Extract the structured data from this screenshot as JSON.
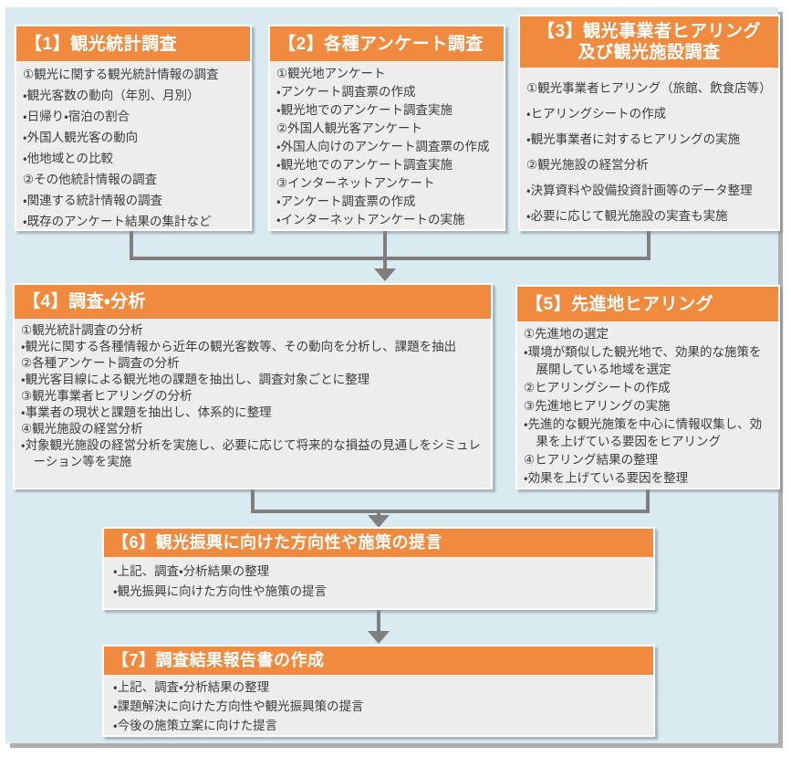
{
  "diagram": {
    "colors": {
      "accent_orange": "#ef8a3e",
      "panel_blue": "#d9eaf1",
      "box_content_gray": "#ededed",
      "connector_gray": "#7f7f7f",
      "text_dark": "#3d3d3d",
      "header_text": "#ffffff"
    },
    "boxes": [
      {
        "title_lines": [
          "【1】観光統計調査"
        ],
        "items": [
          "①観光に関する観光統計情報の調査",
          "・観光客数の動向（年別、月別）",
          "・日帰り・宿泊の割合",
          "・外国人観光客の動向",
          "・他地域との比較",
          "②その他統計情報の調査",
          "・関連する統計情報の調査",
          "・既存のアンケート結果の集計など"
        ]
      },
      {
        "title_lines": [
          "【2】各種アンケート調査"
        ],
        "items": [
          "①観光地アンケート",
          "・アンケート調査票の作成",
          "・観光地でのアンケート調査実施",
          "②外国人観光客アンケート",
          "・外国人向けのアンケート調査票の作成",
          "・観光地でのアンケート調査実施",
          "③インターネットアンケート",
          "・アンケート調査票の作成",
          "・インターネットアンケートの実施"
        ]
      },
      {
        "title_lines": [
          "【3】観光事業者ヒアリング",
          "及び観光施設調査"
        ],
        "items": [
          "①観光事業者ヒアリング（旅館、飲食店等）",
          "・ヒアリングシートの作成",
          "・観光事業者に対するヒアリングの実施",
          "②観光施設の経営分析",
          "・決算資料や設備投資計画等のデータ整理",
          "・必要に応じて観光施設の実査も実施"
        ]
      },
      {
        "title_lines": [
          "【4】調査・分析"
        ],
        "items": [
          "①観光統計調査の分析",
          "・観光に関する各種情報から近年の観光客数等、その動向を分析し、課題を抽出",
          "②各種アンケート調査の分析",
          "・観光客目線による観光地の課題を抽出し、調査対象ごとに整理",
          "③観光事業者ヒアリングの分析",
          "・事業者の現状と課題を抽出し、体系的に整理",
          "④観光施設の経営分析",
          "・対象観光施設の経営分析を実施し、必要に応じて将来的な損益の見通しをシミュレーション等を実施"
        ]
      },
      {
        "title_lines": [
          "【5】先進地ヒアリング"
        ],
        "items": [
          "①先進地の選定",
          "・環境が類似した観光地で、効果的な施策を展開している地域を選定",
          "②ヒアリングシートの作成",
          "③先進地ヒアリングの実施",
          "・先進的な観光施策を中心に情報収集し、効果を上げている要因をヒアリング",
          "④ヒアリング結果の整理",
          "・効果を上げている要因を整理"
        ]
      },
      {
        "title_lines": [
          "【6】観光振興に向けた方向性や施策の提言"
        ],
        "items": [
          "・上記、調査・分析結果の整理",
          "・観光振興に向けた方向性や施策の提言"
        ]
      },
      {
        "title_lines": [
          "【7】調査結果報告書の作成"
        ],
        "items": [
          "・上記、調査・分析結果の整理",
          "・課題解決に向けた方向性や観光振興策の提言",
          "・今後の施策立案に向けた提言"
        ]
      }
    ]
  }
}
